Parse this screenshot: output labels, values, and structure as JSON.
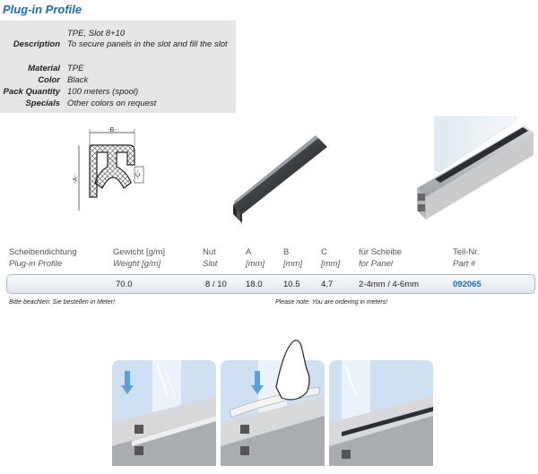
{
  "title": "Plug-in Profile",
  "specs": [
    {
      "label": "",
      "value": "TPE, Slot 8+10"
    },
    {
      "label": "Description",
      "value": "To secure panels in the slot and fill the slot"
    },
    {
      "label": "Material",
      "value": "TPE"
    },
    {
      "label": "Color",
      "value": "Black"
    },
    {
      "label": "Pack Quantity",
      "value": "100 meters (spool)"
    },
    {
      "label": "Specials",
      "value": "Other colors on request"
    }
  ],
  "drawing": {
    "dim_b": "-B-",
    "dim_a": "-A-",
    "dim_c": "-C-"
  },
  "table": {
    "headers_de": [
      "Scheibendichtung",
      "Gewicht [g/m]",
      "Nut",
      "A",
      "B",
      "C",
      "für Scheibe",
      "Teil-Nr."
    ],
    "headers_en": [
      "Plug-in Profile",
      "Weight [g/m]",
      "Slot",
      "[mm]",
      "[mm]",
      "[mm]",
      "for Panel",
      "Part #"
    ],
    "row": [
      "",
      "70.0",
      "8 / 10",
      "18.0",
      "10.5",
      "4.7",
      "2-4mm / 4-6mm",
      "092065"
    ]
  },
  "notes": {
    "de": "Bitte beachten: Sie bestellen in Meter!",
    "en": "Please note: You are ordering in meters!"
  },
  "colors": {
    "accent": "#1f6eb5",
    "spec_bg": "#e6e6e6",
    "panel_bg": "#cfe0f3"
  }
}
